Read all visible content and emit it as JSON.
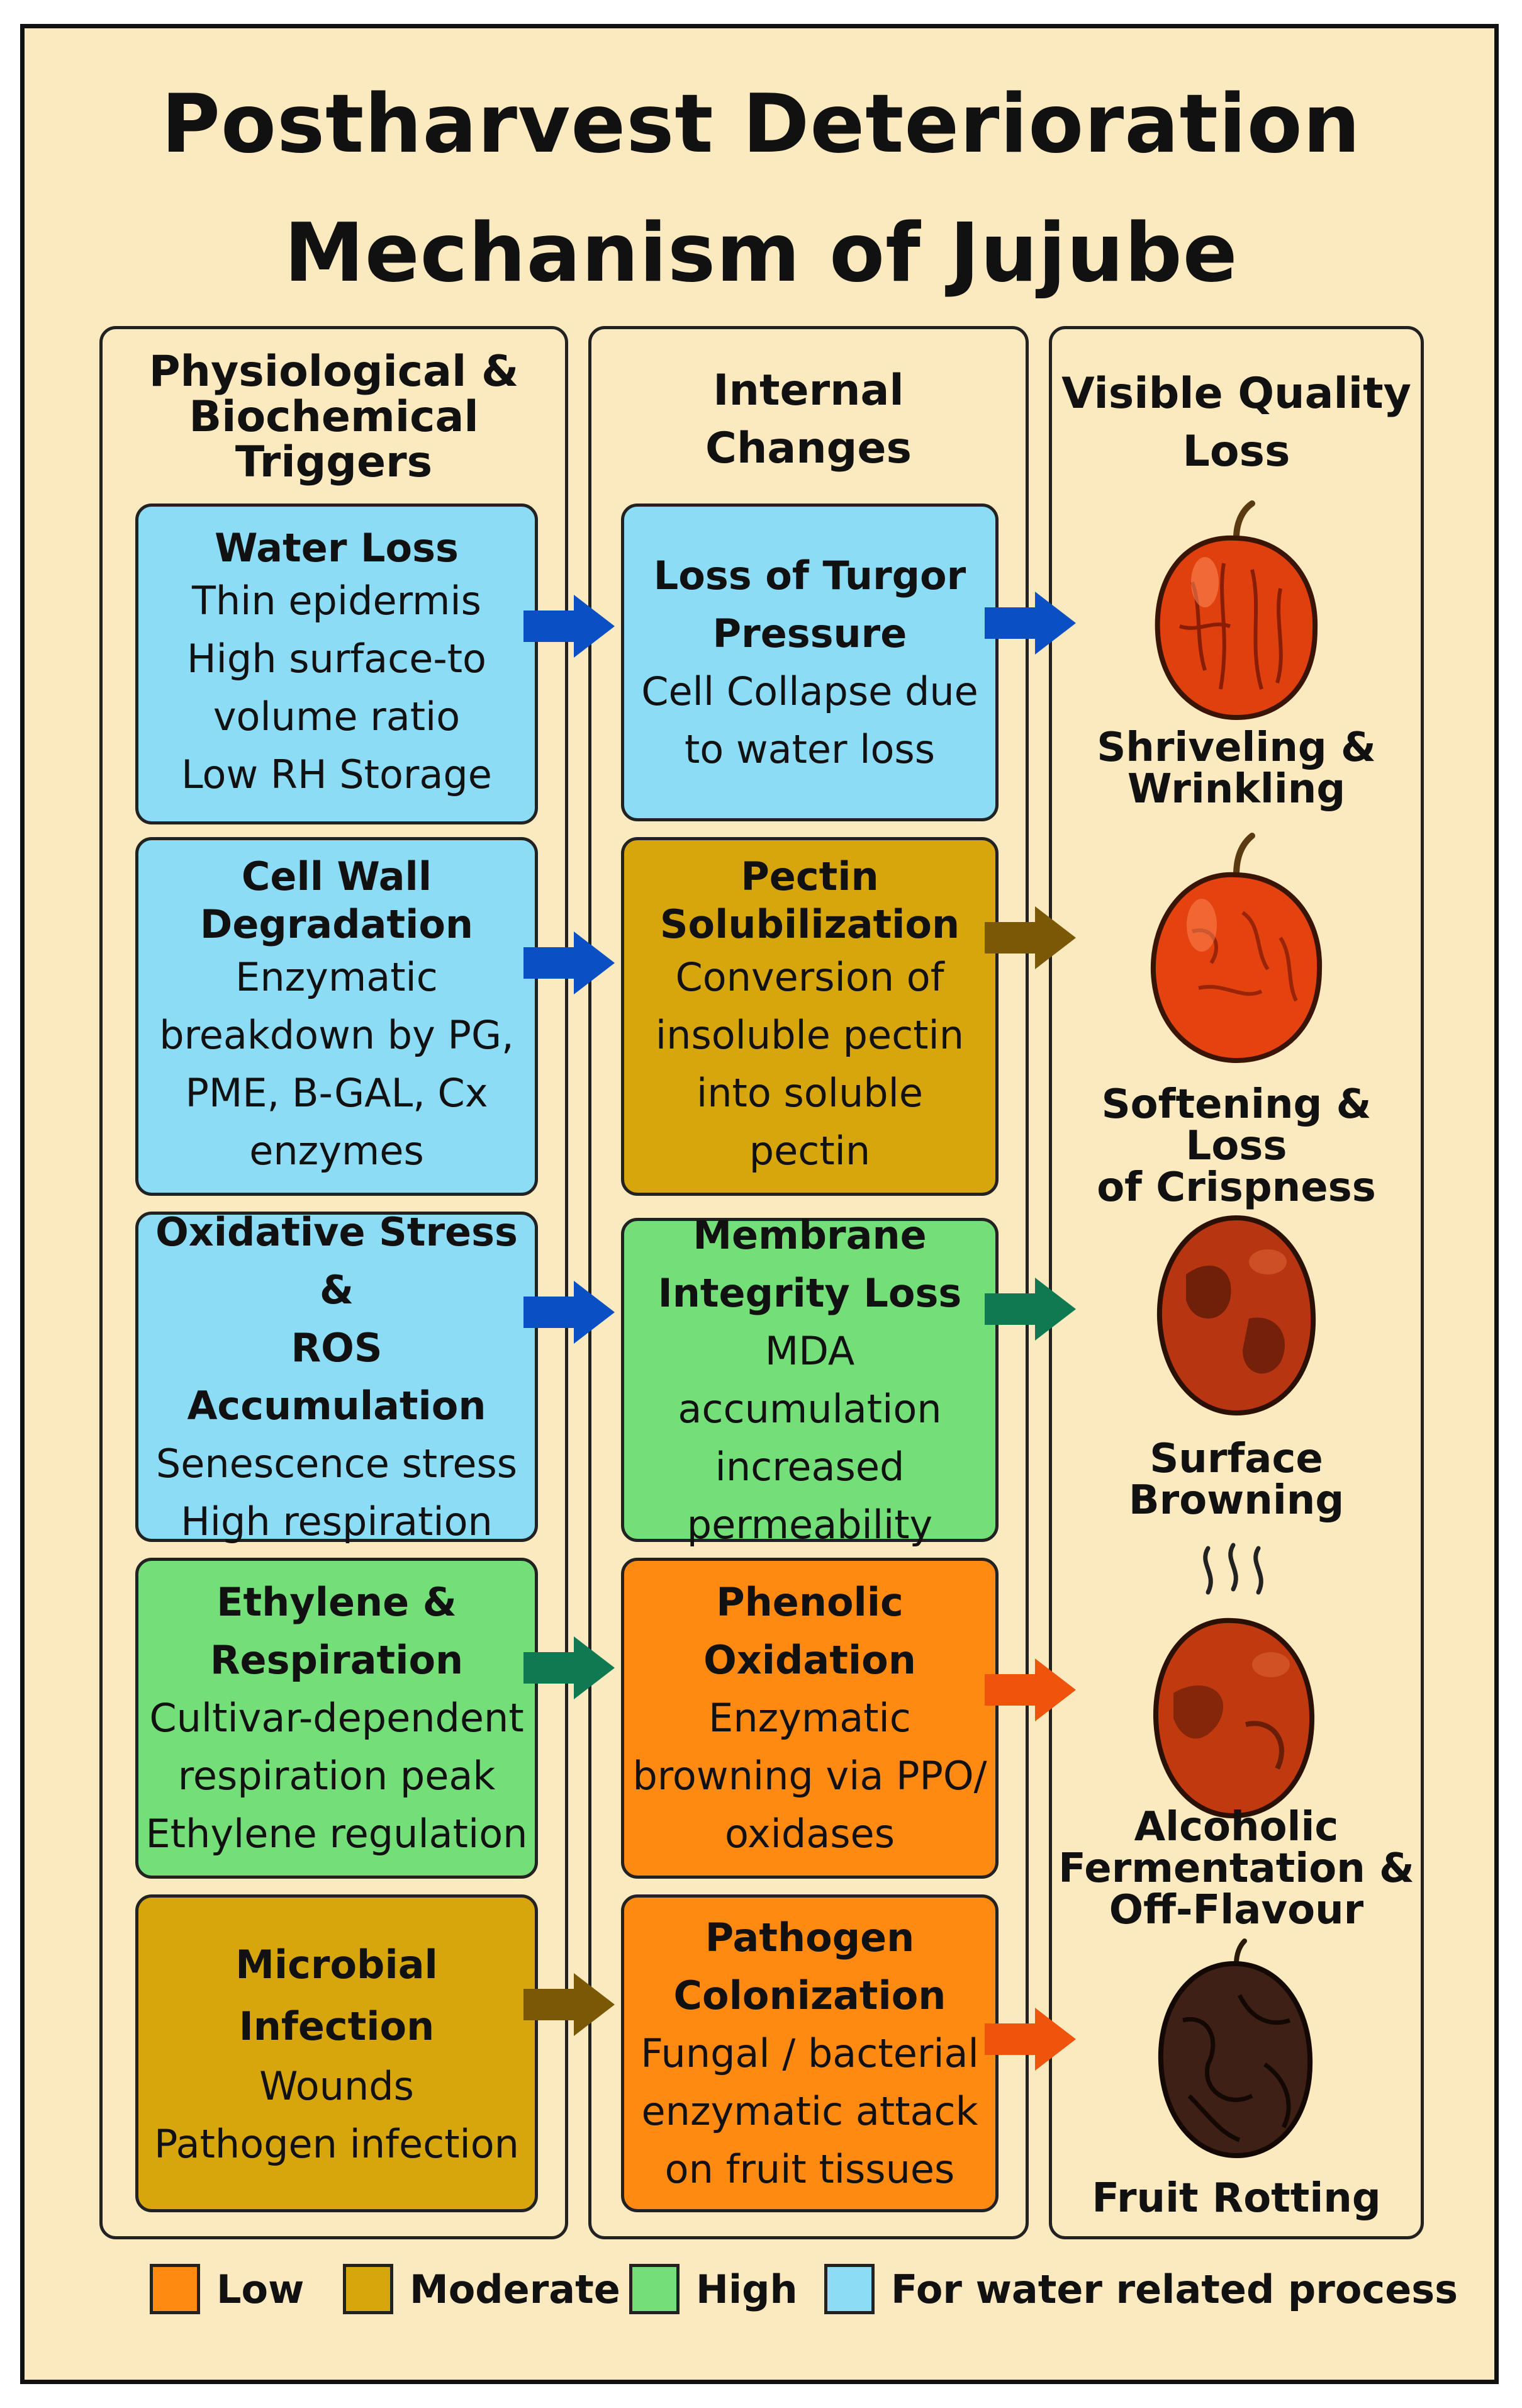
{
  "title": {
    "line1": "Postharvest Deterioration",
    "line2": "Mechanism of Jujube"
  },
  "columns": {
    "triggers": {
      "heading": [
        "Physiological &",
        "Biochemical",
        "Triggers"
      ]
    },
    "internal": {
      "heading": [
        "Internal",
        "Changes"
      ]
    },
    "visible": {
      "heading": [
        "Visible Quality",
        "Loss"
      ]
    }
  },
  "triggers": [
    {
      "title": [
        "Water Loss"
      ],
      "lines": [
        "Thin epidermis",
        "High surface-to",
        "volume ratio",
        "Low RH Storage"
      ],
      "level": "water"
    },
    {
      "title": [
        "Cell Wall",
        "Degradation"
      ],
      "lines": [
        "Enzymatic",
        "breakdown by PG,",
        "PME, B-GAL, Cx",
        "enzymes"
      ],
      "level": "water"
    },
    {
      "title": [
        "Oxidative Stress &",
        "ROS Accumulation"
      ],
      "lines": [
        "Senescence stress",
        "High respiration"
      ],
      "level": "water"
    },
    {
      "title": [
        "Ethylene &",
        "Respiration"
      ],
      "lines": [
        "Cultivar-dependent",
        "respiration peak",
        "Ethylene regulation"
      ],
      "level": "high"
    },
    {
      "title": [
        "Microbial",
        "Infection"
      ],
      "lines": [
        "Wounds",
        "Pathogen infection"
      ],
      "level": "moderate"
    }
  ],
  "internal": [
    {
      "title": [
        "Loss of Turgor",
        "Pressure"
      ],
      "lines": [
        "Cell Collapse due",
        "to water loss"
      ],
      "level": "water"
    },
    {
      "title": [
        "Pectin",
        "Solubilization"
      ],
      "lines": [
        "Conversion of",
        "insoluble pectin",
        "into soluble pectin"
      ],
      "level": "moderate"
    },
    {
      "title": [
        "Membrane",
        "Integrity Loss"
      ],
      "lines": [
        "MDA accumulation",
        "increased",
        "permeability"
      ],
      "level": "high"
    },
    {
      "title": [
        "Phenolic",
        "Oxidation"
      ],
      "lines": [
        "Enzymatic",
        "browning via PPO/",
        "oxidases"
      ],
      "level": "low"
    },
    {
      "title": [
        "Pathogen",
        "Colonization"
      ],
      "lines": [
        "Fungal / bacterial",
        "enzymatic attack",
        "on fruit tissues"
      ],
      "level": "low"
    }
  ],
  "visible": [
    {
      "caption": [
        "Shriveling &",
        "Wrinkling"
      ],
      "icon": "shriveled-jujube-icon"
    },
    {
      "caption": [
        "Softening & Loss",
        "of Crispness"
      ],
      "icon": "soft-jujube-icon"
    },
    {
      "caption": [
        "Surface",
        "Browning"
      ],
      "icon": "browned-jujube-icon"
    },
    {
      "caption": [
        "Alcoholic",
        "Fermentation &",
        "Off-Flavour"
      ],
      "icon": "fermenting-jujube-icon"
    },
    {
      "caption": [
        "Fruit Rotting"
      ],
      "icon": "rotten-jujube-icon"
    }
  ],
  "legend": [
    {
      "label": "Low",
      "color": "#ff8a12"
    },
    {
      "label": "Moderate",
      "color": "#d6a60c"
    },
    {
      "label": "High",
      "color": "#74de78"
    },
    {
      "label": "For water related process",
      "color": "#8cdcf6"
    }
  ],
  "arrow_colors": {
    "blue": "#0a4fc4",
    "brown": "#7a5806",
    "green": "#0f7a52",
    "orange": "#f0540c"
  }
}
